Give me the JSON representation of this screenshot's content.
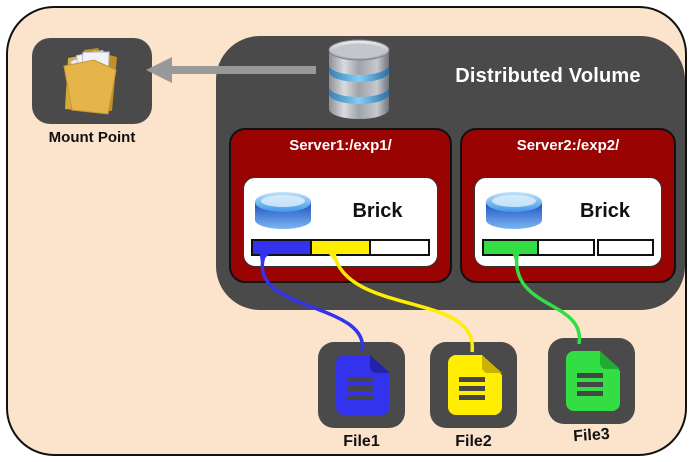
{
  "mount_point": {
    "label": "Mount Point"
  },
  "volume": {
    "title": "Distributed Volume"
  },
  "servers": [
    {
      "title": "Server1:/exp1/",
      "brick_label": "Brick",
      "segments": [
        {
          "color": "#3333ee"
        },
        {
          "color": "#ffee00"
        },
        {
          "color": "#ffffff"
        }
      ]
    },
    {
      "title": "Server2:/exp2/",
      "brick_label": "Brick",
      "segments": [
        {
          "color": "#33dd44"
        },
        {
          "color": "#ffffff"
        },
        {
          "color": "#ffffff"
        }
      ]
    }
  ],
  "files": [
    {
      "label": "File1",
      "color": "#3333ee",
      "fold_color": "#2222aa"
    },
    {
      "label": "File2",
      "color": "#ffee00",
      "fold_color": "#c8b400"
    },
    {
      "label": "File3",
      "color": "#33dd44",
      "fold_color": "#22aa33"
    }
  ],
  "colors": {
    "background": "#fce3cb",
    "panel_gray": "#4a4a4a",
    "server_red": "#990403",
    "arrow_gray": "#999999",
    "stripe_gray": "#454545"
  }
}
